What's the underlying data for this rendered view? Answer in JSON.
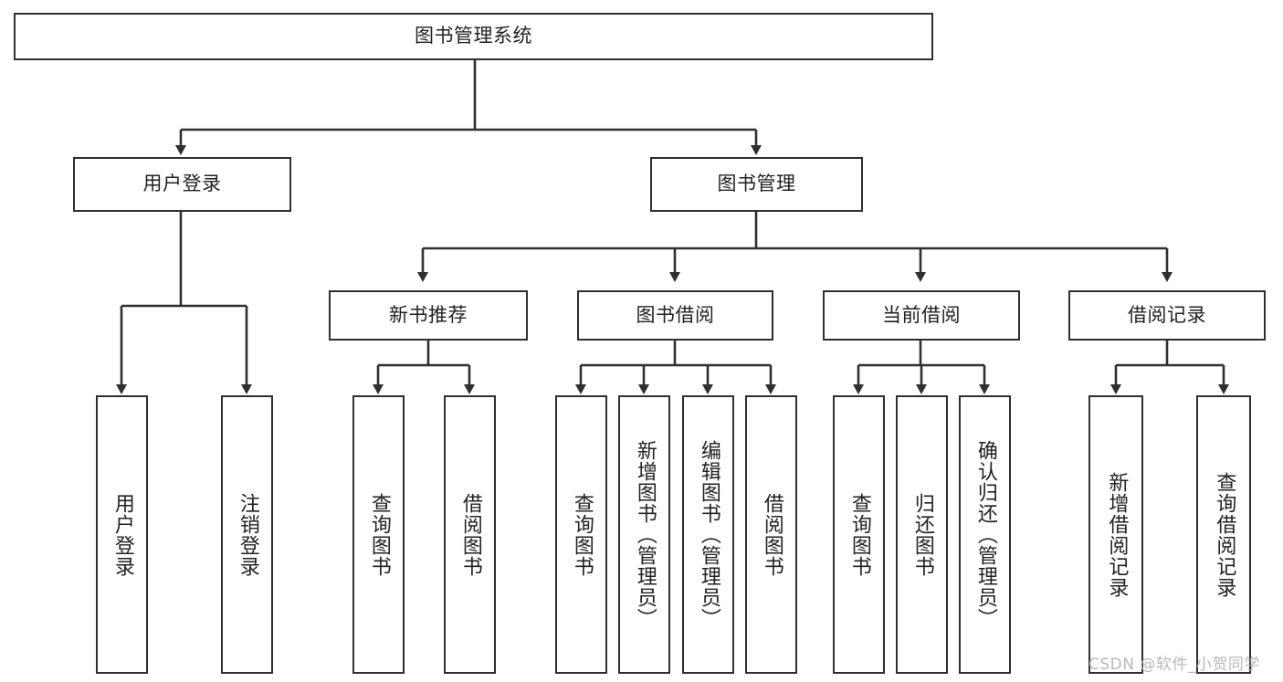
{
  "diagram": {
    "title": "图书管理系统",
    "level2": [
      {
        "label": "用户登录"
      },
      {
        "label": "图书管理"
      }
    ],
    "level3": [
      {
        "label": "新书推荐"
      },
      {
        "label": "图书借阅"
      },
      {
        "label": "当前借阅"
      },
      {
        "label": "借阅记录"
      }
    ],
    "leaves": [
      {
        "label": "用户登录"
      },
      {
        "label": "注销登录"
      },
      {
        "label": "查询图书"
      },
      {
        "label": "借阅图书"
      },
      {
        "label": "查询图书"
      },
      {
        "label": "新增图书（管理员）"
      },
      {
        "label": "编辑图书（管理员）"
      },
      {
        "label": "借阅图书"
      },
      {
        "label": "查询图书"
      },
      {
        "label": "归还图书"
      },
      {
        "label": "确认归还（管理员）"
      },
      {
        "label": "新增借阅记录"
      },
      {
        "label": "查询借阅记录"
      }
    ]
  },
  "watermark": {
    "text": "CSDN @软件_小贺同学"
  },
  "colors": {
    "stroke": "#2f2f2f",
    "fill": "#ffffff",
    "text": "#222222",
    "watermark": "#b9b9b9"
  }
}
